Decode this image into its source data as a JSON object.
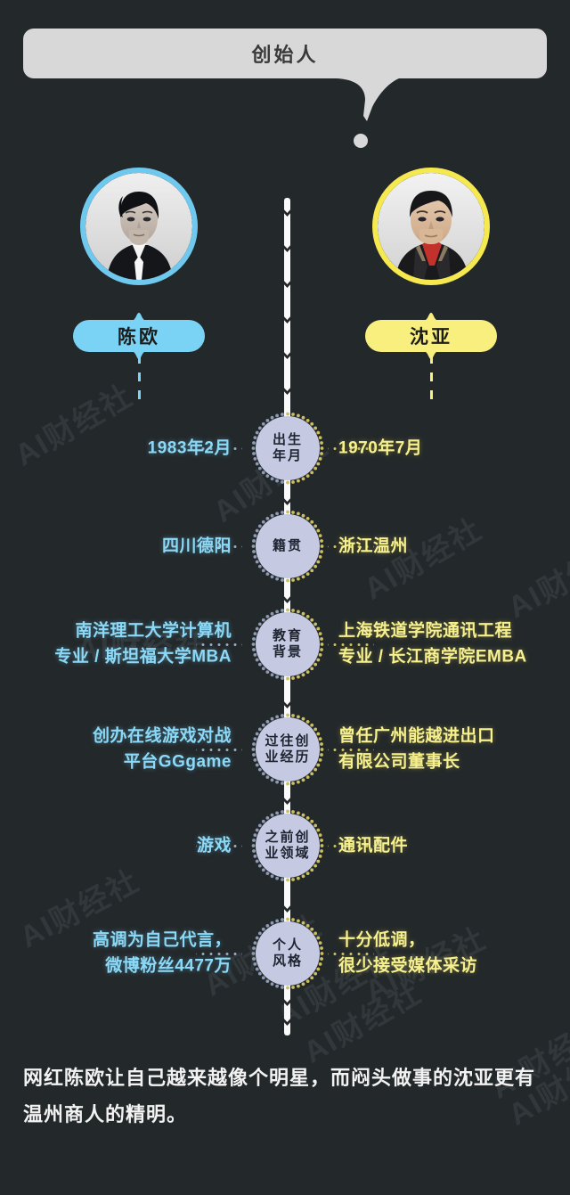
{
  "header": {
    "title": "创始人"
  },
  "people": {
    "left": {
      "name": "陈欧",
      "accent_color": "#7ad3f5",
      "portrait_alt": "陈欧 黑白肖像"
    },
    "right": {
      "name": "沈亚",
      "accent_color": "#f8ef7e",
      "portrait_alt": "沈亚 肖像"
    }
  },
  "rows": [
    {
      "label_line1": "出生",
      "label_line2": "年月",
      "left": "1983年2月",
      "right": "1970年7月"
    },
    {
      "label_line1": "籍贯",
      "label_line2": "",
      "left": "四川德阳",
      "right": "浙江温州"
    },
    {
      "label_line1": "教育",
      "label_line2": "背景",
      "left": "南洋理工大学计算机\n专业 / 斯坦福大学MBA",
      "right": "上海铁道学院通讯工程\n专业 / 长江商学院EMBA"
    },
    {
      "label_line1": "过往创",
      "label_line2": "业经历",
      "left": "创办在线游戏对战\n平台GGgame",
      "right": "曾任广州能越进出口\n有限公司董事长"
    },
    {
      "label_line1": "之前创",
      "label_line2": "业领域",
      "left": "游戏",
      "right": "通讯配件"
    },
    {
      "label_line1": "个人",
      "label_line2": "风格",
      "left": "高调为自己代言，\n微博粉丝4477万",
      "right": "十分低调，\n很少接受媒体采访"
    }
  ],
  "footer": {
    "text": "网红陈欧让自己越来越像个明星，而闷头做事的沈亚更有温州商人的精明。"
  },
  "watermark": {
    "text": "AI财经社"
  }
}
